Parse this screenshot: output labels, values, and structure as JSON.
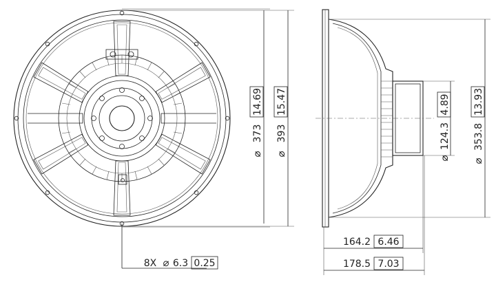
{
  "dimensions": {
    "mounting_diameter": {
      "symbol": "⌀",
      "mm": "373",
      "in": "14.69"
    },
    "outer_diameter": {
      "symbol": "⌀",
      "mm": "393",
      "in": "15.47"
    },
    "magnet_diameter": {
      "symbol": "⌀",
      "mm": "124.3",
      "in": "4.89"
    },
    "cutout_diameter": {
      "symbol": "⌀",
      "mm": "353.8",
      "in": "13.93"
    },
    "depth_to_flange": {
      "mm": "164.2",
      "in": "6.46"
    },
    "overall_depth": {
      "mm": "178.5",
      "in": "7.03"
    },
    "holes": {
      "count": "8X",
      "symbol": "⌀",
      "mm": "6.3",
      "in": "0.25"
    }
  }
}
